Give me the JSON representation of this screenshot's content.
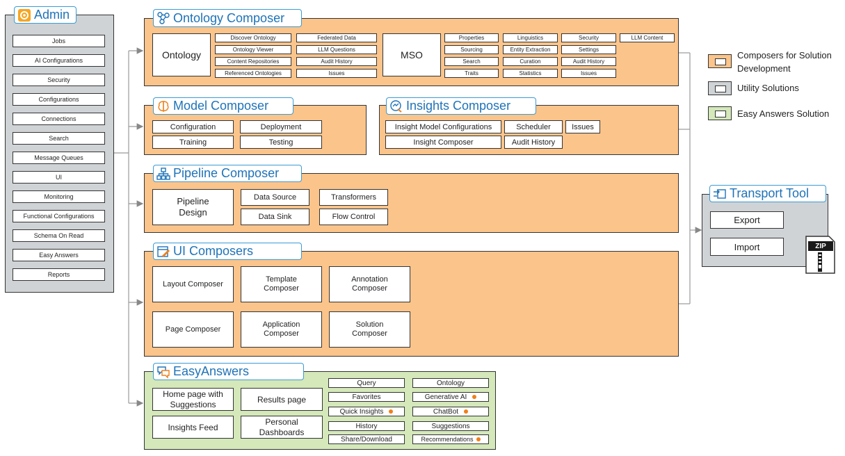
{
  "admin": {
    "title": "Admin",
    "items": [
      "Jobs",
      "AI Configurations",
      "Security",
      "Configurations",
      "Connections",
      "Search",
      "Message Queues",
      "UI",
      "Monitoring",
      "Functional Configurations",
      "Schema On Read",
      "Easy Answers",
      "Reports"
    ]
  },
  "ontology": {
    "title": "Ontology Composer",
    "main_label": "Ontology",
    "left_items": [
      "Discover Ontology",
      "Ontology Viewer",
      "Content Repositories",
      "Referenced Ontologies"
    ],
    "mid_items": [
      "Federated Data",
      "LLM Questions",
      "Audit History",
      "Issues"
    ],
    "mso_label": "MSO",
    "mso_col1": [
      "Properties",
      "Sourcing",
      "Search",
      "Traits"
    ],
    "mso_col2": [
      "Linguistics",
      "Entity Extraction",
      "Curation",
      "Statistics"
    ],
    "mso_col3": [
      "Security",
      "Settings",
      "Audit History",
      "Issues"
    ],
    "llm_content": "LLM Content"
  },
  "model": {
    "title": "Model Composer",
    "items": [
      "Configuration",
      "Deployment",
      "Training",
      "Testing"
    ]
  },
  "insights": {
    "title": "Insights Composer",
    "items": [
      "Insight Model Configurations",
      "Scheduler",
      "Issues",
      "Insight Composer",
      "Audit History"
    ]
  },
  "pipeline": {
    "title": "Pipeline Composer",
    "main_label": "Pipeline Design",
    "items": [
      "Data Source",
      "Transformers",
      "Data Sink",
      "Flow Control"
    ]
  },
  "ui": {
    "title": "UI Composers",
    "items": [
      "Layout Composer",
      "Template Composer",
      "Annotation Composer",
      "Page Composer",
      "Application Composer",
      "Solution Composer"
    ]
  },
  "easy": {
    "title": "EasyAnswers",
    "big_items": [
      "Home page with Suggestions",
      "Results page",
      "Insights Feed",
      "Personal Dashboards"
    ],
    "col1": [
      "Query",
      "Favorites",
      "Quick Insights",
      "History",
      "Share/Download"
    ],
    "col2": [
      "Ontology",
      "Generative AI",
      "ChatBot",
      "Suggestions",
      "Recommendations"
    ]
  },
  "transport": {
    "title": "Transport Tool",
    "export": "Export",
    "import": "Import",
    "zip": "ZIP"
  },
  "legend": [
    {
      "label": "Composers for Solution Development",
      "color": "#fbc48b"
    },
    {
      "label": "Utility Solutions",
      "color": "#cfd3d6"
    },
    {
      "label": "Easy Answers Solution",
      "color": "#d4e8ba"
    }
  ],
  "colors": {
    "orange": "#fbc48b",
    "gray": "#cfd3d6",
    "green": "#d4e8ba",
    "accent": "#1e73b8",
    "dot": "#f07f18"
  }
}
